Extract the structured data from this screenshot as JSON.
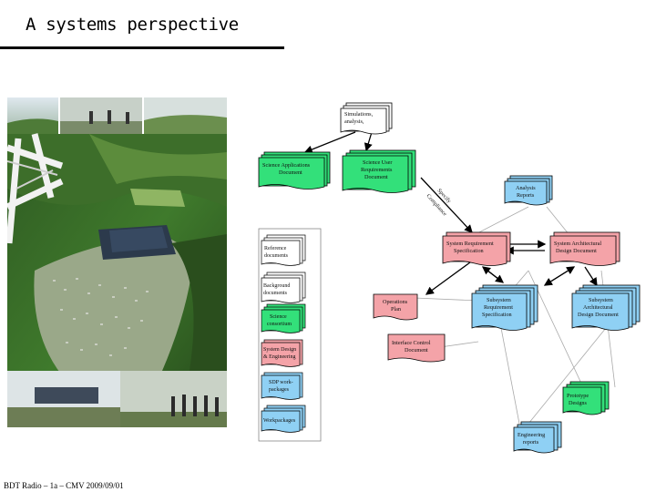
{
  "slide": {
    "title": "A systems perspective",
    "footer": "BDT Radio – 1a – CMV 2009/09/01"
  },
  "diagram": {
    "documents": {
      "simulations": [
        "Simulations,",
        "analysis,"
      ],
      "science_apps": [
        "Science Applications",
        "Document"
      ],
      "science_user_req": [
        "Science User",
        "Requirements",
        "Document"
      ],
      "analysis_reports": [
        "Analysis",
        "Reports"
      ],
      "system_req_spec": [
        "System Requirement",
        "Specification"
      ],
      "system_arch_design": [
        "System Architectural",
        "Design Document"
      ],
      "operations_plan": [
        "Operations",
        "Plan"
      ],
      "interface_control": [
        "Interface Control",
        "Document"
      ],
      "subsystem_req_spec": [
        "Subsystem",
        "Requirement",
        "Specification"
      ],
      "subsystem_arch_design": [
        "Subsystem",
        "Architectural",
        "Design Document"
      ],
      "prototype_designs": [
        "Prototype",
        "Designs"
      ],
      "engineering_reports": [
        "Engineering",
        "reports"
      ]
    },
    "arrow_label": [
      "Specify",
      "Compliance"
    ],
    "legend": {
      "reference": [
        "Reference",
        "documents"
      ],
      "background": [
        "Background",
        "documents"
      ],
      "science": [
        "Science",
        "consortium"
      ],
      "system_design": [
        "System Design",
        "& Engineering"
      ],
      "sdp_work": [
        "SDP work-",
        "packages"
      ],
      "workpackages": [
        "Workpackages"
      ]
    },
    "colors": {
      "science": "#33e07a",
      "system": "#f4a3a8",
      "sdp": "#8fd0f4",
      "white_doc": "#ffffff",
      "arrow": "#000000",
      "link": "#aaaaaa"
    }
  }
}
